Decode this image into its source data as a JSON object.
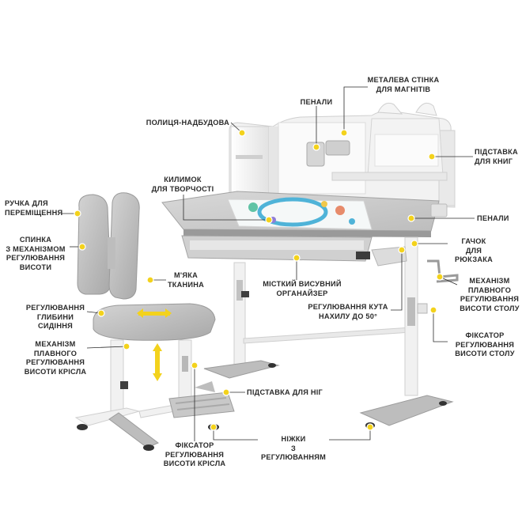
{
  "labels": {
    "magnetic_wall": "МЕТАЛЕВА СТІНКА\nДЛЯ МАГНІТІВ",
    "pencil_cases_top": "ПЕНАЛИ",
    "shelf_top": "ПОЛИЦЯ-НАДБУДОВА",
    "book_stand": "ПІДСТАВКА\nДЛЯ КНИГ",
    "creative_mat": "КИЛИМОК\nДЛЯ ТВОРЧОСТІ",
    "handle": "РУЧКА ДЛЯ\nПЕРЕМІЩЕННЯ",
    "pencil_cases_side": "ПЕНАЛИ",
    "backrest": "СПИНКА\nЗ МЕХАНІЗМОМ\nРЕГУЛЮВАННЯ\nВИСОТИ",
    "bag_hook": "ГАЧОК\nДЛЯ РЮКЗАКА",
    "soft_fabric": "М'ЯКА\nТКАНИНА",
    "drawer": "МІСТКИЙ ВИСУВНИЙ\nОРГАНАЙЗЕР",
    "desk_height_mech": "МЕХАНІЗМ\nПЛАВНОГО\nРЕГУЛЮВАННЯ\nВИСОТИ СТОЛУ",
    "seat_depth": "РЕГУЛЮВАННЯ\nГЛИБИНИ\nСИДІННЯ",
    "tilt_angle": "РЕГУЛЮВАННЯ КУТА\nНАХИЛУ ДО 50°",
    "desk_lock": "ФІКСАТОР\nРЕГУЛЮВАННЯ\nВИСОТИ СТОЛУ",
    "chair_height_mech": "МЕХАНІЗМ\nПЛАВНОГО\nРЕГУЛЮВАННЯ\nВИСОТИ КРІСЛА",
    "footrest": "ПІДСТАВКА ДЛЯ НІГ",
    "adjustable_feet": "НІЖКИ\nЗ РЕГУЛЮВАННЯМ",
    "chair_lock": "ФІКСАТОР\nРЕГУЛЮВАННЯ\nВИСОТИ КРІСЛА"
  },
  "colors": {
    "marker": "#f3d21c",
    "frame_white": "#f4f4f4",
    "grey_part": "#b9b9b9",
    "dark_part": "#5a5a5a",
    "line": "#2b2b2b"
  }
}
